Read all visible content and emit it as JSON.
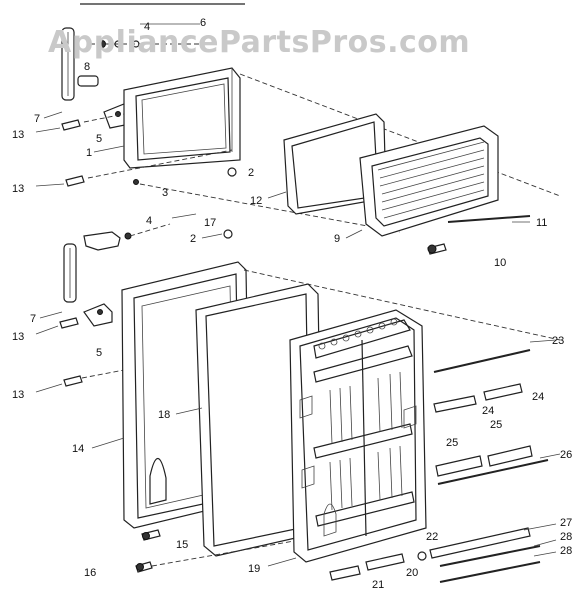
{
  "watermark": "AppliancePartsPros.com",
  "labels": {
    "l1": "1",
    "l2a": "2",
    "l2b": "2",
    "l3": "3",
    "l4a": "4",
    "l4b": "4",
    "l5a": "5",
    "l5b": "5",
    "l6": "6",
    "l7a": "7",
    "l7b": "7",
    "l8": "8",
    "l9": "9",
    "l10": "10",
    "l11": "11",
    "l12": "12",
    "l13a": "13",
    "l13b": "13",
    "l13c": "13",
    "l13d": "13",
    "l14": "14",
    "l15": "15",
    "l16": "16",
    "l17": "17",
    "l18": "18",
    "l19": "19",
    "l20": "20",
    "l21": "21",
    "l22": "22",
    "l23": "23",
    "l24a": "24",
    "l24b": "24",
    "l25a": "25",
    "l25b": "25",
    "l26": "26",
    "l27": "27",
    "l28a": "28",
    "l28b": "28"
  }
}
